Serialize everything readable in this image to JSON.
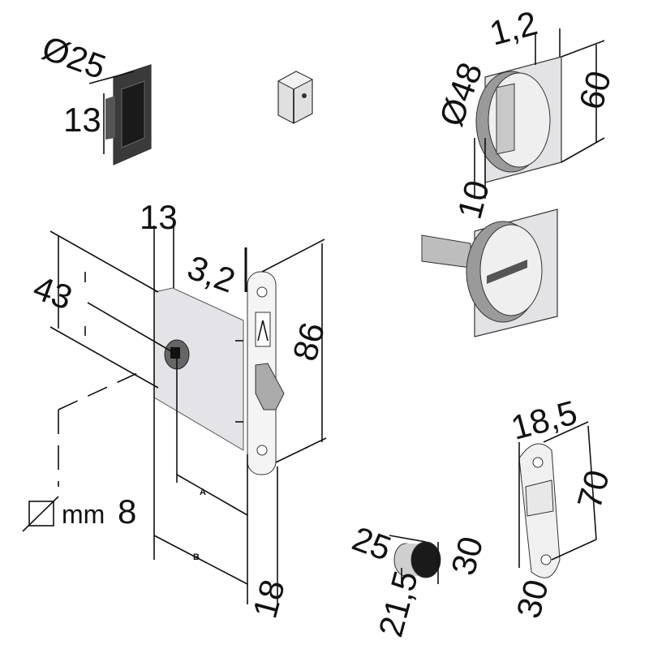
{
  "title": "Mortise bathroom lock technical drawing",
  "latch_top": {
    "diameter": "Ø25",
    "depth": "13"
  },
  "lock_body": {
    "backset_depth": "13",
    "plate_thickness": "3,2",
    "distance": "43",
    "faceplate_height": "86",
    "dim_a": "A",
    "dim_b": "B",
    "faceplate_width": "18",
    "spindle_unit": "mm",
    "spindle_size": "8"
  },
  "rosette": {
    "diameter": "Ø48",
    "thickness": "1,2",
    "height": "60",
    "depth": "10"
  },
  "strike": {
    "width": "18,5",
    "height": "70",
    "depth": "30"
  },
  "round_latch": {
    "diameter": "25",
    "length": "30",
    "body": "21,5"
  },
  "colors": {
    "line": "#111111",
    "metal": "#d9d9dc",
    "dark": "#2a2a2a"
  }
}
